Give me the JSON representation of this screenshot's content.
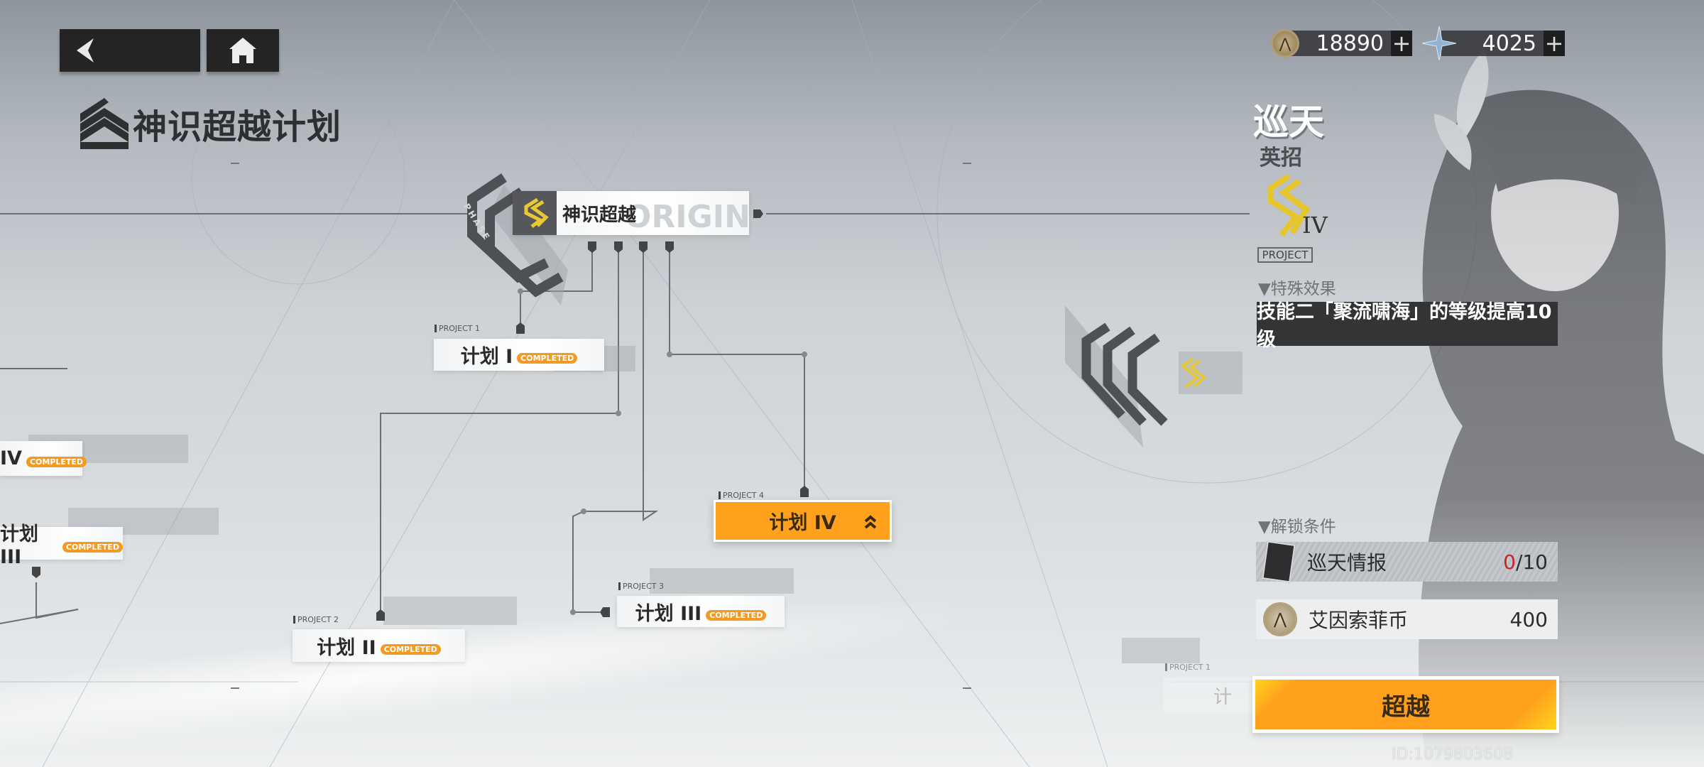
{
  "nav": {
    "back_icon": "chevron-left-icon",
    "home_icon": "home-icon"
  },
  "page_title": "神识超越计划",
  "main_node": {
    "label": "神识超越",
    "watermark": "ORIGIN",
    "phase_text": "PHASE"
  },
  "projects": [
    {
      "tag": "PROJECT 1",
      "label": "计划 I",
      "status": "COMPLETED"
    },
    {
      "tag": "PROJECT 2",
      "label": "计划 II",
      "status": "COMPLETED"
    },
    {
      "tag": "PROJECT 3",
      "label": "计划 III",
      "status": "COMPLETED"
    },
    {
      "tag": "PROJECT 4",
      "label": "计划 IV",
      "status": "selected"
    }
  ],
  "offscreen_left": [
    {
      "label": "IV",
      "status": "COMPLETED"
    },
    {
      "label": "计划 III",
      "status": "COMPLETED"
    }
  ],
  "faded_right": {
    "tag": "PROJECT 1",
    "label": "计"
  },
  "currency": [
    {
      "icon": "coin-icon",
      "value": "18890"
    },
    {
      "icon": "star-crystal-icon",
      "value": "4025"
    }
  ],
  "character": {
    "name": "巡天",
    "subtitle": "英招",
    "badge_numeral": "IV",
    "badge_label": "PROJECT"
  },
  "special_effect": {
    "header": "▼特殊效果",
    "text": "技能二「聚流啸海」的等级提高10级"
  },
  "unlock": {
    "header": "▼解锁条件",
    "items": [
      {
        "name": "巡天情报",
        "have": "0",
        "need": "/10"
      },
      {
        "name": "艾因索菲币",
        "amount": "400"
      }
    ]
  },
  "action_button": "超越",
  "player_id": "ID:1079803608",
  "colors": {
    "accent": "#ffa11c",
    "completed": "#f39a22",
    "insufficient": "#c8242c"
  }
}
